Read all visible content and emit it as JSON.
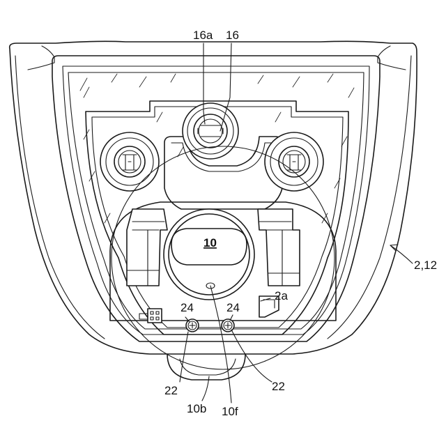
{
  "labels": {
    "part_16a": "16a",
    "part_16": "16",
    "housing": "2,12",
    "main_10": "10",
    "part_2a": "2a",
    "part_24_left": "24",
    "part_24_right": "24",
    "part_22_left": "22",
    "part_22_right": "22",
    "part_10b": "10b",
    "part_10f": "10f"
  }
}
